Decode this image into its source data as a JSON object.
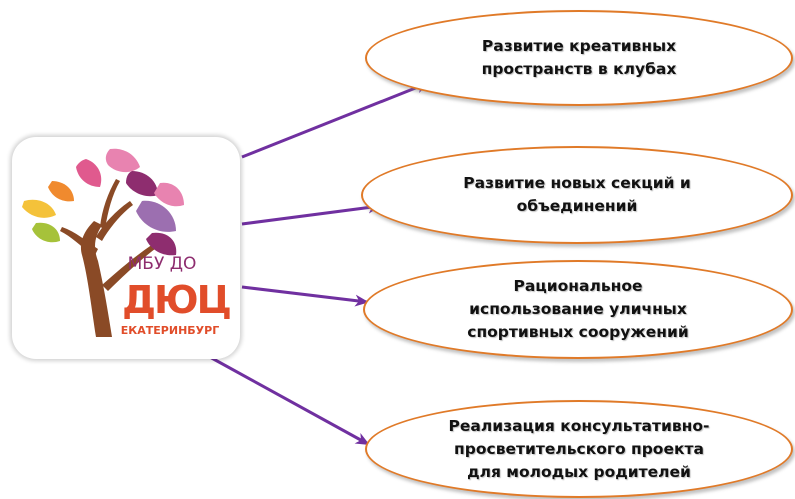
{
  "colors": {
    "arrow": "#7030a0",
    "ellipse_border": "#e07a28",
    "card_border": "#cccccc",
    "leaf_pink": "#e05a8e",
    "leaf_light_pink": "#e883b0",
    "leaf_purple": "#8e2d6f",
    "leaf_lilac": "#9c6fb0",
    "leaf_orange": "#f08a2e",
    "leaf_yellow": "#f4c23a",
    "leaf_green": "#a6c23a",
    "trunk_brown": "#8a4a26",
    "brand_red": "#e14d2a"
  },
  "logo": {
    "line1": "МБУ ДО",
    "line2": "ДЮЦ",
    "line3": "ЕКАТЕРИНБУРГ"
  },
  "goals": [
    {
      "text": "Развитие креативных\nпространств в клубах"
    },
    {
      "text": "Развитие новых секций и\nобъединений"
    },
    {
      "text": "Рациональное\nиспользование уличных\nспортивных сооружений"
    },
    {
      "text": "Реализация консультативно-\nпросветительского проекта\nдля молодых родителей"
    }
  ]
}
